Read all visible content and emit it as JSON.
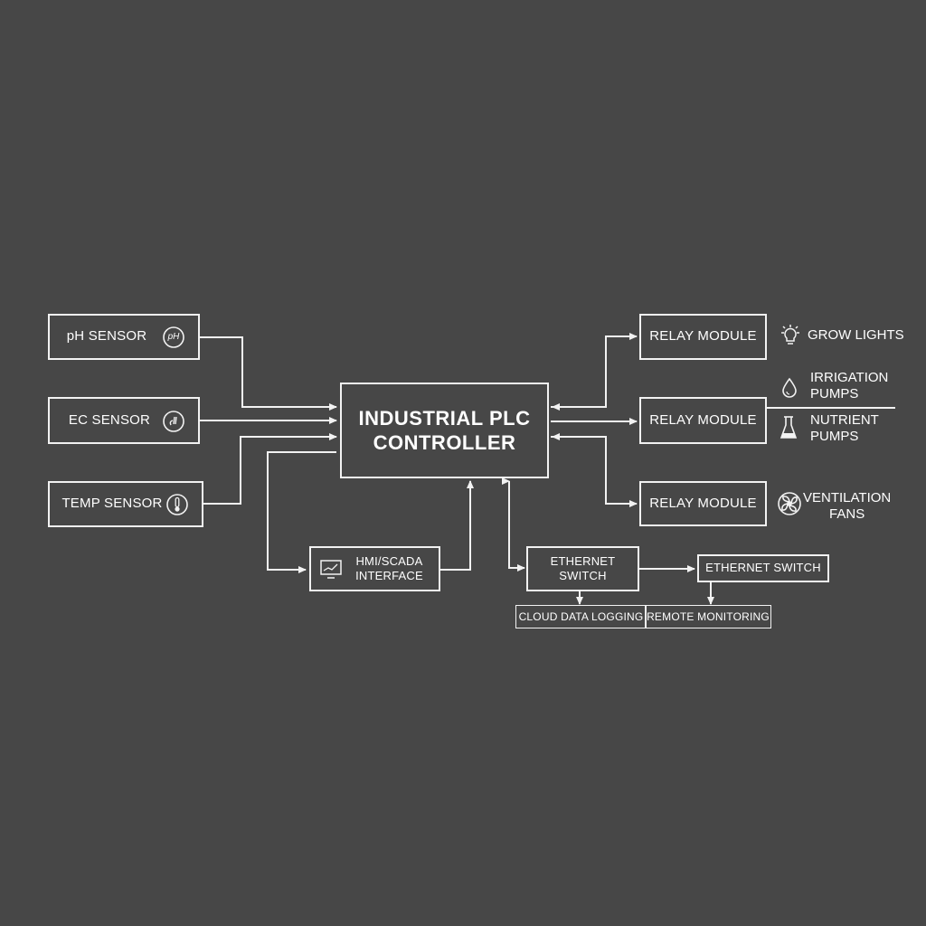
{
  "sensors": [
    {
      "id": "ph",
      "label": "pH SENSOR",
      "icon": "ph-icon",
      "icon_text": "pH"
    },
    {
      "id": "ec",
      "label": "EC SENSOR",
      "icon": "ec-icon"
    },
    {
      "id": "temp",
      "label": "TEMP SENSOR",
      "icon": "thermometer-icon"
    }
  ],
  "controller": {
    "label": "INDUSTRIAL PLC\nCONTROLLER"
  },
  "hmi": {
    "label": "HMI/SCADA\nINTERFACE",
    "icon": "monitor-icon"
  },
  "relays": [
    {
      "label": "RELAY MODULE"
    },
    {
      "label": "RELAY MODULE"
    },
    {
      "label": "RELAY MODULE"
    }
  ],
  "outputs": [
    {
      "label": "GROW LIGHTS",
      "icon": "lightbulb-icon"
    },
    {
      "label": "IRRIGATION\nPUMPS",
      "icon": "water-drop-icon"
    },
    {
      "label": "NUTRIENT\nPUMPS",
      "icon": "flask-icon"
    },
    {
      "label": "VENTILATION\nFANS",
      "icon": "fan-icon"
    }
  ],
  "network": {
    "switch1": "ETHERNET\nSWITCH",
    "switch2": "ETHERNET SWITCH",
    "cloud": "CLOUD DATA LOGGING",
    "remote": "REMOTE MONITORING"
  },
  "colors": {
    "background": "#474747",
    "line": "#f2f2f2"
  }
}
